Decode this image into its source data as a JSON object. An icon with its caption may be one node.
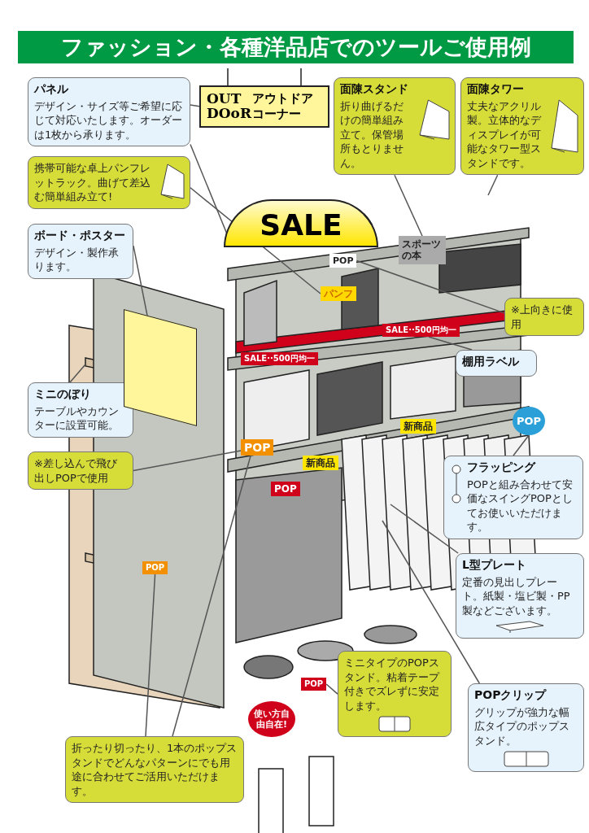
{
  "diagram": {
    "title": "ファッション・各種洋品店でのツールご使用例",
    "nodes": [
      {
        "text": [
          "パネル",
          "デザイン・サイズ等ご希望に応じて対応いたします。オーダーは1枚から承ります。"
        ]
      },
      {
        "text": [
          "携帯可能な卓上パンフレットラック。曲げて差込む簡単組み立て!"
        ]
      },
      {
        "text": [
          "ボード・ポスター",
          "デザイン・製作承ります。"
        ]
      },
      {
        "text": [
          "面陳スタンド",
          "折り曲げるだけの簡単組み立て。保管場所もとりません。"
        ]
      },
      {
        "text": [
          "面陳タワー",
          "丈夫なアクリル製。立体的なディスプレイが可能なタワー型スタンドです。"
        ]
      },
      {
        "text": [
          "※上向きに使用"
        ]
      },
      {
        "text": [
          "棚用ラベル"
        ]
      },
      {
        "text": [
          "ミニのぼり",
          "テーブルやカウンターに設置可能。"
        ]
      },
      {
        "text": [
          "※差し込んで飛び出しPOPで使用"
        ]
      },
      {
        "text": [
          "フラッピング",
          "POPと組み合わせて安価なスイングPOPとしてお使いいただけます。"
        ]
      },
      {
        "text": [
          "L型プレート",
          "定番の見出しプレート。紙製・塩ビ製・PP製などございます。"
        ]
      },
      {
        "text": [
          "ミニタイプのPOPスタンド。粘着テープ付きでズレずに安定します。"
        ]
      },
      {
        "text": [
          "POPクリップ",
          "グリップが強力な幅広タイプのポップスタンド。"
        ]
      },
      {
        "text": [
          "折ったり切ったり、1本のポップスタンドでどんなパターンにでも用途に合わせてご活用いただけます。"
        ]
      },
      {
        "text": [
          "OUT DOoR",
          "アウトドアコーナー"
        ]
      },
      {
        "text": [
          "SALE"
        ]
      },
      {
        "text": [
          "POP"
        ]
      },
      {
        "text": [
          "SALE··500円均一"
        ]
      },
      {
        "text": [
          "POP"
        ]
      },
      {
        "text": [
          "POP"
        ]
      },
      {
        "text": [
          "POP"
        ]
      },
      {
        "text": [
          "POP"
        ]
      },
      {
        "text": [
          "SALE··500円均一"
        ]
      },
      {
        "text": [
          "POP"
        ]
      },
      {
        "text": [
          "パンフ"
        ]
      },
      {
        "text": [
          "スポーツの本"
        ]
      },
      {
        "text": [],
        "shape": "box"
      }
    ],
    "edges": [
      {
        "from": 0,
        "to": 14,
        "arrow": "none"
      },
      {
        "from": 0,
        "to": 15,
        "arrow": "none"
      },
      {
        "from": 1,
        "to": 24,
        "arrow": "none"
      },
      {
        "from": 2,
        "to": 26,
        "arrow": "none"
      },
      {
        "from": 3,
        "to": 25,
        "arrow": "none"
      },
      {
        "from": 4,
        "to": null,
        "arrow": "none"
      },
      {
        "from": 5,
        "to": 16,
        "arrow": "none"
      },
      {
        "from": 6,
        "to": 17,
        "arrow": "none"
      },
      {
        "from": 7,
        "to": null,
        "arrow": "none"
      },
      {
        "from": 8,
        "to": 19,
        "arrow": "none"
      },
      {
        "from": 9,
        "to": 18,
        "arrow": "none"
      },
      {
        "from": 10,
        "to": null,
        "arrow": "none"
      },
      {
        "from": 11,
        "to": 21,
        "arrow": "none"
      },
      {
        "from": 12,
        "to": null,
        "arrow": "none"
      },
      {
        "from": 13,
        "to": 20,
        "arrow": "none"
      },
      {
        "from": 13,
        "to": 19,
        "arrow": "none"
      }
    ],
    "labels": [
      "新商品",
      "新商品",
      "使い方自由自在!"
    ]
  }
}
